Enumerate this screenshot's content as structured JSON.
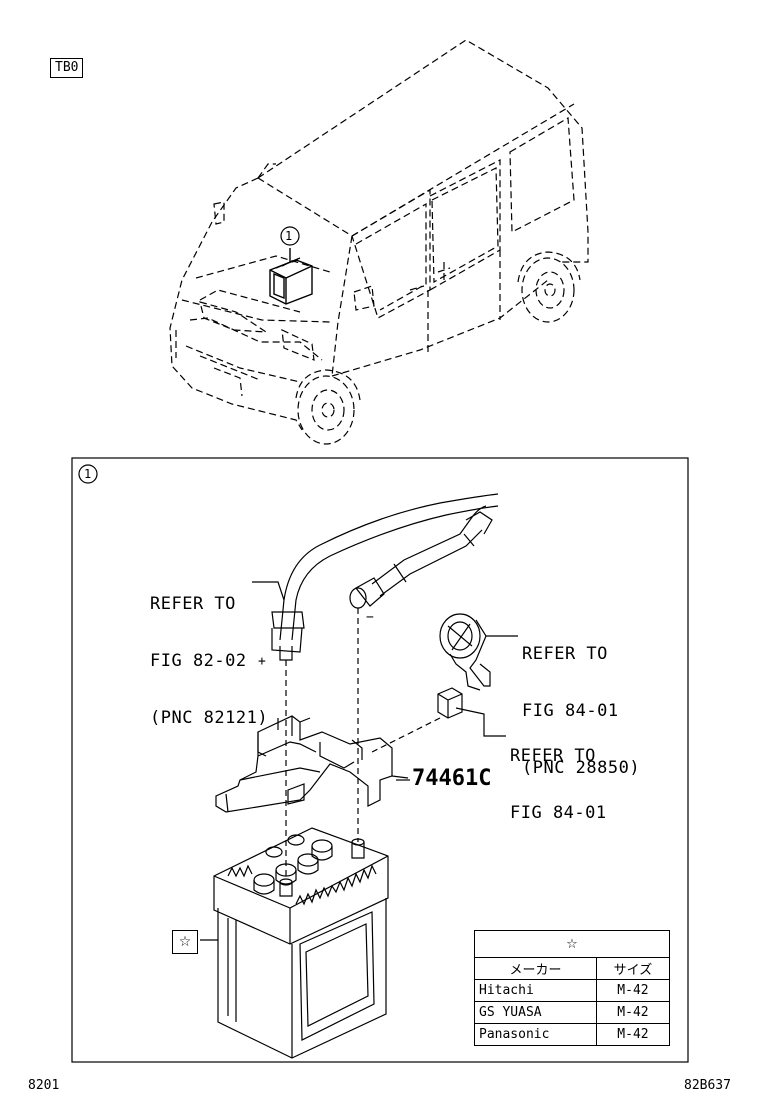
{
  "header_code": "TB0",
  "callout_number": "①",
  "detail_callout": "①",
  "refs": [
    {
      "id": "ref-fig-82-02",
      "lines": [
        "REFER TO",
        "FIG 82-02",
        "(PNC 82121)"
      ]
    },
    {
      "id": "ref-fig-84-01-pnc",
      "lines": [
        "REFER TO",
        "FIG 84-01",
        "(PNC 28850)"
      ]
    },
    {
      "id": "ref-fig-84-01",
      "lines": [
        "REFER TO",
        "FIG 84-01"
      ]
    }
  ],
  "polarity": {
    "plus": "+",
    "minus": "−"
  },
  "part_number": "74461C",
  "star_box": "☆",
  "maker_table": {
    "title": "☆",
    "headers": [
      "メーカー",
      "サイズ"
    ],
    "rows": [
      {
        "maker": "Hitachi",
        "size": "M-42"
      },
      {
        "maker": "GS YUASA",
        "size": "M-42"
      },
      {
        "maker": "Panasonic",
        "size": "M-42"
      }
    ]
  },
  "footer_left": "8201",
  "footer_right": "82B637"
}
